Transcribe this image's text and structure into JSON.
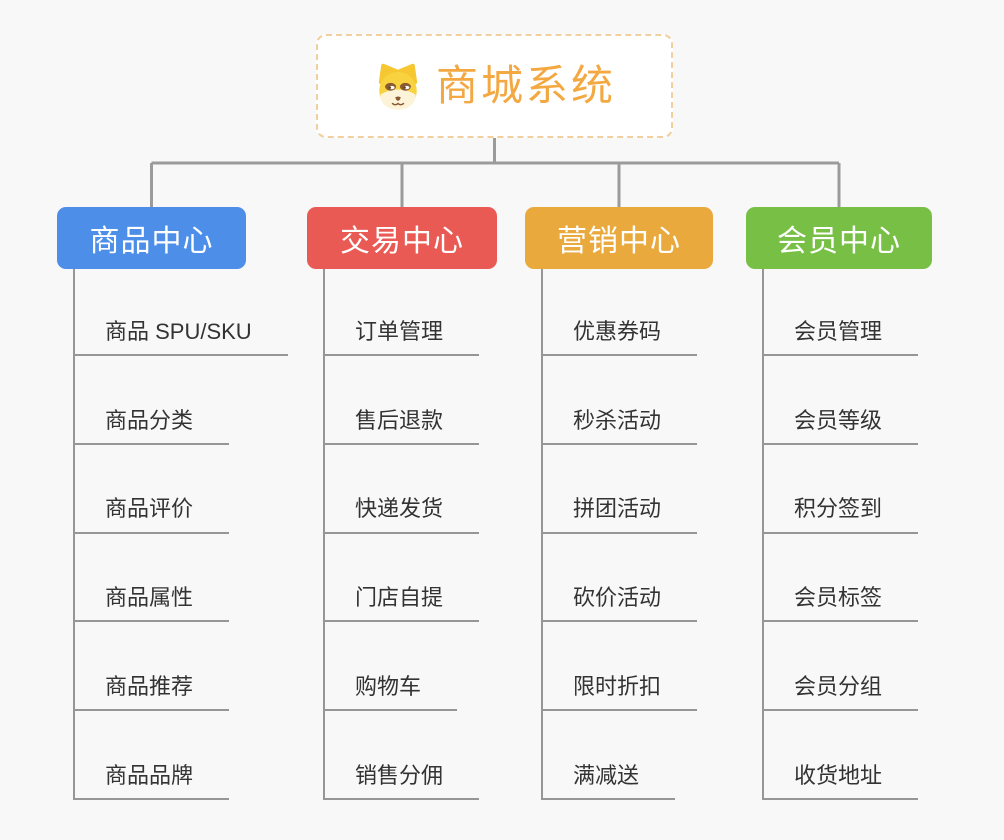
{
  "root": {
    "title": "商城系统",
    "icon": "dog-face-icon",
    "title_color": "#F3A842",
    "border_color": "#F2CF9E"
  },
  "branches": [
    {
      "label": "商品中心",
      "color": "#4C8EE8",
      "children": [
        "商品 SPU/SKU",
        "商品分类",
        "商品评价",
        "商品属性",
        "商品推荐",
        "商品品牌"
      ]
    },
    {
      "label": "交易中心",
      "color": "#E95A55",
      "children": [
        "订单管理",
        "售后退款",
        "快递发货",
        "门店自提",
        "购物车",
        "销售分佣"
      ]
    },
    {
      "label": "营销中心",
      "color": "#E9A93D",
      "children": [
        "优惠券码",
        "秒杀活动",
        "拼团活动",
        "砍价活动",
        "限时折扣",
        "满减送"
      ]
    },
    {
      "label": "会员中心",
      "color": "#77C045",
      "children": [
        "会员管理",
        "会员等级",
        "积分签到",
        "会员标签",
        "会员分组",
        "收货地址"
      ]
    }
  ],
  "connectors": {
    "color": "#9B9B9B"
  }
}
